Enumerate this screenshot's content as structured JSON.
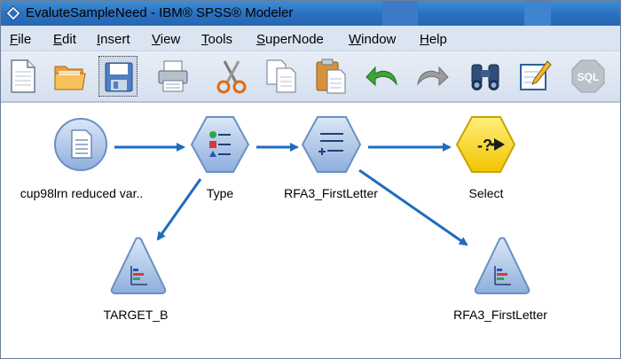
{
  "window": {
    "title": "EvaluteSampleNeed - IBM® SPSS® Modeler"
  },
  "menu": [
    {
      "label": "File",
      "mnemonic": "F",
      "rest": "ile"
    },
    {
      "label": "Edit",
      "mnemonic": "E",
      "rest": "dit"
    },
    {
      "label": "Insert",
      "mnemonic": "I",
      "rest": "nsert"
    },
    {
      "label": "View",
      "mnemonic": "V",
      "rest": "iew"
    },
    {
      "label": "Tools",
      "mnemonic": "T",
      "rest": "ools"
    },
    {
      "label": "SuperNode",
      "mnemonic": "S",
      "rest": "uperNode"
    },
    {
      "label": "Window",
      "mnemonic": "W",
      "rest": "indow"
    },
    {
      "label": "Help",
      "mnemonic": "H",
      "rest": "elp"
    }
  ],
  "toolbar": {
    "buttons": [
      {
        "icon": "new-document-icon"
      },
      {
        "icon": "open-folder-icon"
      },
      {
        "icon": "save-disk-icon",
        "pressed": true
      },
      {
        "icon": "printer-icon"
      },
      {
        "icon": "scissors-icon"
      },
      {
        "icon": "copy-icon"
      },
      {
        "icon": "paste-icon"
      },
      {
        "icon": "undo-icon"
      },
      {
        "icon": "redo-icon",
        "disabled": true
      },
      {
        "icon": "binoculars-icon"
      },
      {
        "icon": "edit-annotation-icon"
      },
      {
        "icon": "sql-icon",
        "disabled": true,
        "text": "SQL"
      }
    ]
  },
  "stream": {
    "nodes": [
      {
        "id": "source",
        "label": "cup98lrn reduced var..",
        "shape": "circle",
        "icon": "data-file-icon",
        "color": "#a9c3e6"
      },
      {
        "id": "type",
        "label": "Type",
        "shape": "hexagon",
        "icon": "type-fields-icon",
        "color": "#a9c3e6"
      },
      {
        "id": "derive",
        "label": "RFA3_FirstLetter",
        "shape": "hexagon",
        "icon": "derive-icon",
        "color": "#a9c3e6"
      },
      {
        "id": "select",
        "label": "Select",
        "shape": "hexagon",
        "icon": "select-icon",
        "color": "#f7d117"
      },
      {
        "id": "dist1",
        "label": "TARGET_B",
        "shape": "triangle",
        "icon": "distribution-icon",
        "color": "#a9c3e6"
      },
      {
        "id": "dist2",
        "label": "RFA3_FirstLetter",
        "shape": "triangle",
        "icon": "distribution-icon",
        "color": "#a9c3e6"
      }
    ],
    "links": [
      {
        "from": "source",
        "to": "type"
      },
      {
        "from": "type",
        "to": "derive"
      },
      {
        "from": "derive",
        "to": "select"
      },
      {
        "from": "type",
        "to": "dist1"
      },
      {
        "from": "derive",
        "to": "dist2"
      }
    ],
    "link_color": "#1f6bc1"
  }
}
